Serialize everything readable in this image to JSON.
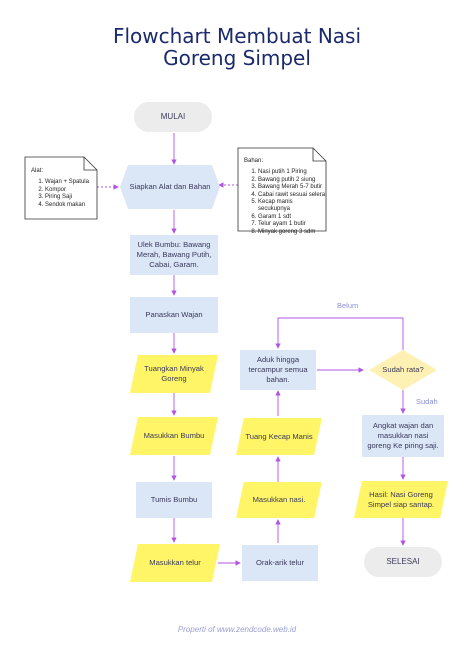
{
  "title": {
    "line1": "Flowchart Membuat Nasi",
    "line2": "Goreng Simpel"
  },
  "nodes": {
    "mulai": "MULAI",
    "siapkan": "Siapkan Alat dan Bahan",
    "ulek": "Ulek Bumbu: Bawang Merah, Bawang Putih, Cabai, Garam.",
    "panaskan": "Panaskan Wajan",
    "tuangkan_minyak": "Tuangkan Minyak Goreng",
    "masukkan_bumbu": "Masukkan Bumbu",
    "tumis": "Tumis Bumbu",
    "masukkan_telur": "Masukkan telur",
    "orak_arik": "Orak-arik telur",
    "masukkan_nasi": "Masukkan nasi.",
    "tuang_kecap": "Tuang Kecap Manis",
    "aduk": "Aduk hingga tercampur semua bahan.",
    "sudah_rata": "Sudah rata?",
    "angkat": "Angkat wajan dan masukkan nasi goreng Ke piring saji.",
    "hasil": "Hasil: Nasi Goreng Simpel siap santap.",
    "selesai": "SELESAI"
  },
  "labels": {
    "belum": "Belum",
    "sudah": "Sudah"
  },
  "alat": {
    "heading": "Alat:",
    "items": [
      "Wajan + Spatula",
      "Kompor",
      "Piring Saji",
      "Sendok makan"
    ]
  },
  "bahan": {
    "heading": "Bahan:",
    "items": [
      "Nasi putih 1 Piring",
      "Bawang putih 2 siung",
      "Bawang Merah 5-7 butir",
      "Cabai rawit sesuai selera",
      "Kecap manis secukupnya",
      "Garam 1 sdt",
      "Telur ayam 1 butir",
      "Minyak goreng 3 sdm"
    ]
  },
  "footer": "Properti of www.zendcode.web.id",
  "colors": {
    "arrow": "#b056e0",
    "process": "#dbe6f7",
    "io": "#fff566",
    "decision": "#fff0b3",
    "terminal": "#ececec",
    "title": "#1a2a6c"
  }
}
